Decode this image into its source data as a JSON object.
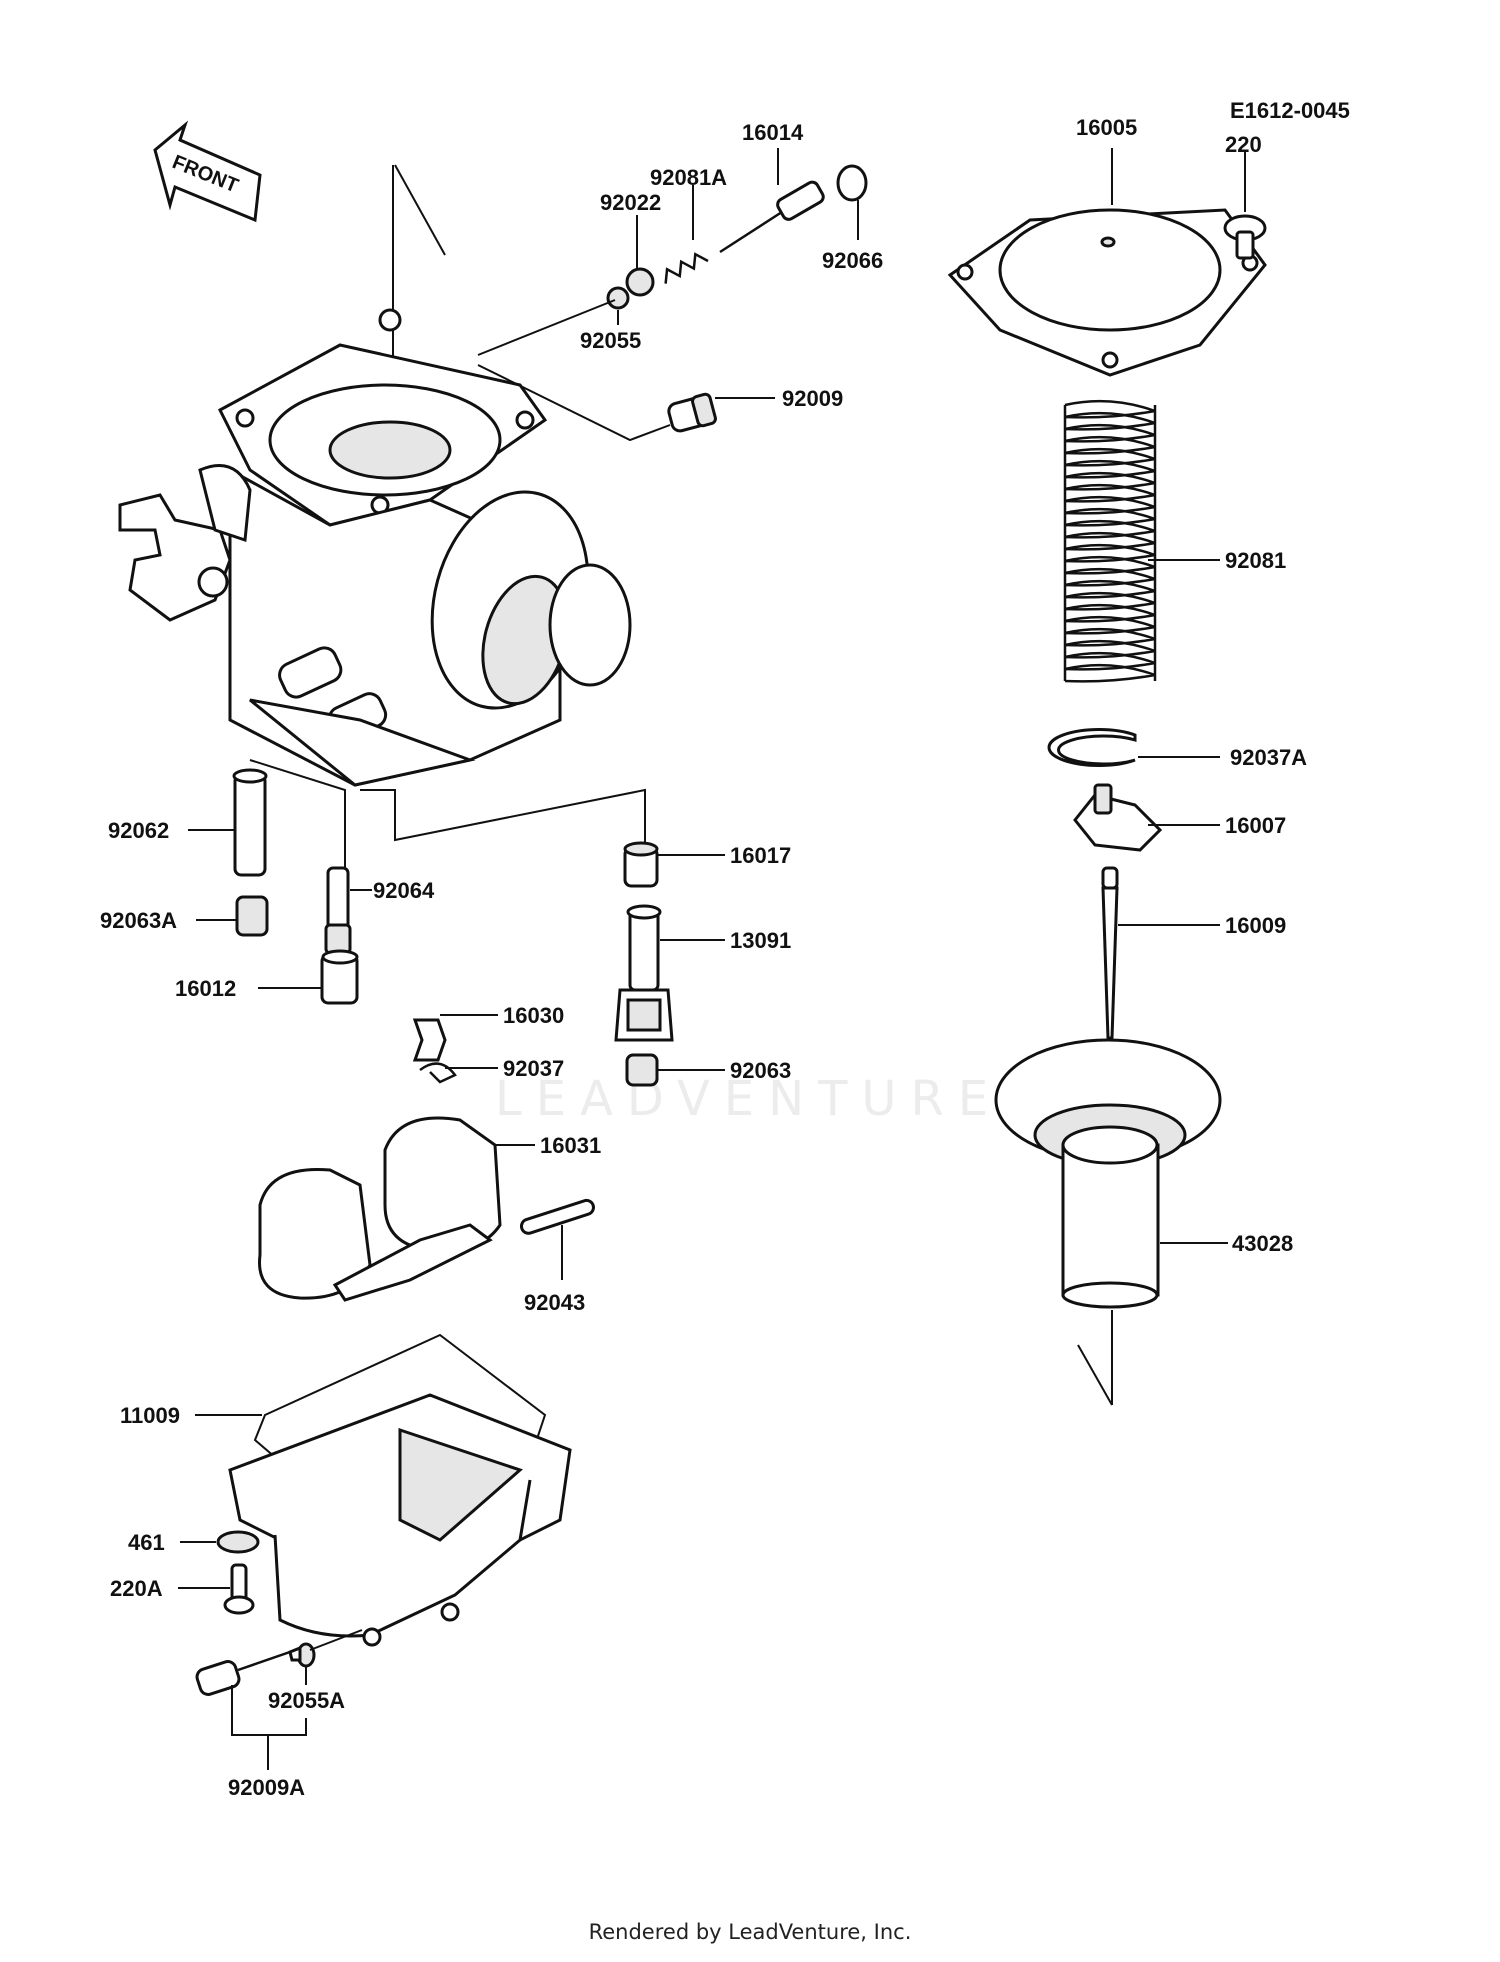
{
  "diagram": {
    "code": "E1612-0045",
    "front_label": "FRONT",
    "watermark": "LEADVENTURE",
    "footer": "Rendered by LeadVenture, Inc.",
    "parts": [
      {
        "id": "16014",
        "name": "part-16014"
      },
      {
        "id": "92081A",
        "name": "part-92081a"
      },
      {
        "id": "92022",
        "name": "part-92022"
      },
      {
        "id": "92066",
        "name": "part-92066"
      },
      {
        "id": "92055",
        "name": "part-92055"
      },
      {
        "id": "92009",
        "name": "part-92009"
      },
      {
        "id": "16005",
        "name": "part-16005"
      },
      {
        "id": "220",
        "name": "part-220"
      },
      {
        "id": "92081",
        "name": "part-92081"
      },
      {
        "id": "92037A",
        "name": "part-92037a"
      },
      {
        "id": "16007",
        "name": "part-16007"
      },
      {
        "id": "16009",
        "name": "part-16009"
      },
      {
        "id": "43028",
        "name": "part-43028"
      },
      {
        "id": "92062",
        "name": "part-92062"
      },
      {
        "id": "92063A",
        "name": "part-92063a"
      },
      {
        "id": "92064",
        "name": "part-92064"
      },
      {
        "id": "16012",
        "name": "part-16012"
      },
      {
        "id": "16017",
        "name": "part-16017"
      },
      {
        "id": "13091",
        "name": "part-13091"
      },
      {
        "id": "16030",
        "name": "part-16030"
      },
      {
        "id": "92037",
        "name": "part-92037"
      },
      {
        "id": "92063",
        "name": "part-92063"
      },
      {
        "id": "16031",
        "name": "part-16031"
      },
      {
        "id": "92043",
        "name": "part-92043"
      },
      {
        "id": "11009",
        "name": "part-11009"
      },
      {
        "id": "461",
        "name": "part-461"
      },
      {
        "id": "220A",
        "name": "part-220a"
      },
      {
        "id": "92055A",
        "name": "part-92055a"
      },
      {
        "id": "92009A",
        "name": "part-92009a"
      }
    ]
  }
}
